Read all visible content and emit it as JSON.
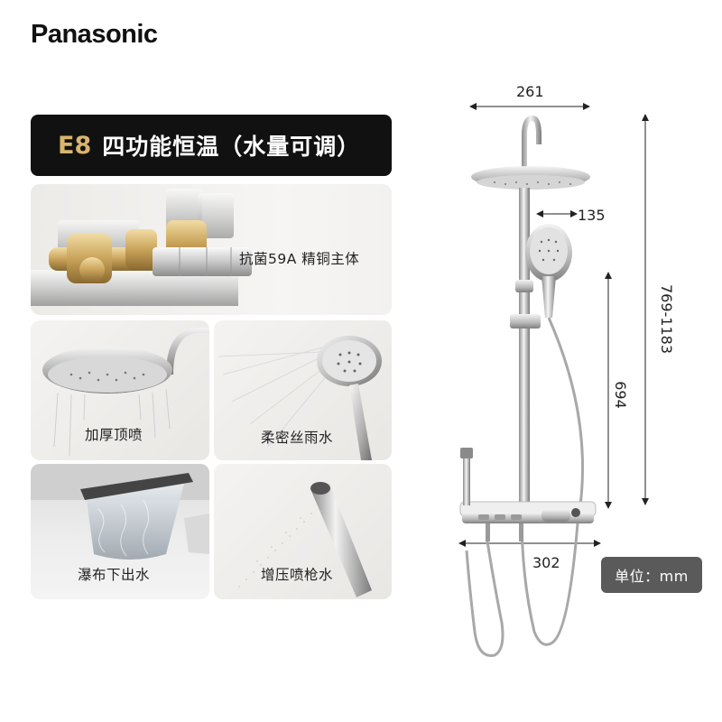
{
  "brand": {
    "logo": "Panasonic"
  },
  "title": {
    "model": "E8",
    "text": "四功能恒温（水量可调）"
  },
  "features": [
    {
      "label": "抗菌59A 精铜主体",
      "icon": "brass-valve-body"
    },
    {
      "label": "加厚顶喷",
      "icon": "rain-shower-head"
    },
    {
      "label": "柔密丝雨水",
      "icon": "hand-shower-spray"
    },
    {
      "label": "瀑布下出水",
      "icon": "waterfall-spout"
    },
    {
      "label": "增压喷枪水",
      "icon": "spray-gun"
    }
  ],
  "dimensions": {
    "top_width": "261",
    "hand_shower_offset": "135",
    "rail_length": "694",
    "height_range": "769-1183",
    "shelf_width": "302"
  },
  "unit": "单位：mm",
  "colors": {
    "title_bg": "#111111",
    "model_accent": "#d9b56c",
    "badge_bg": "#5a5a5a"
  }
}
